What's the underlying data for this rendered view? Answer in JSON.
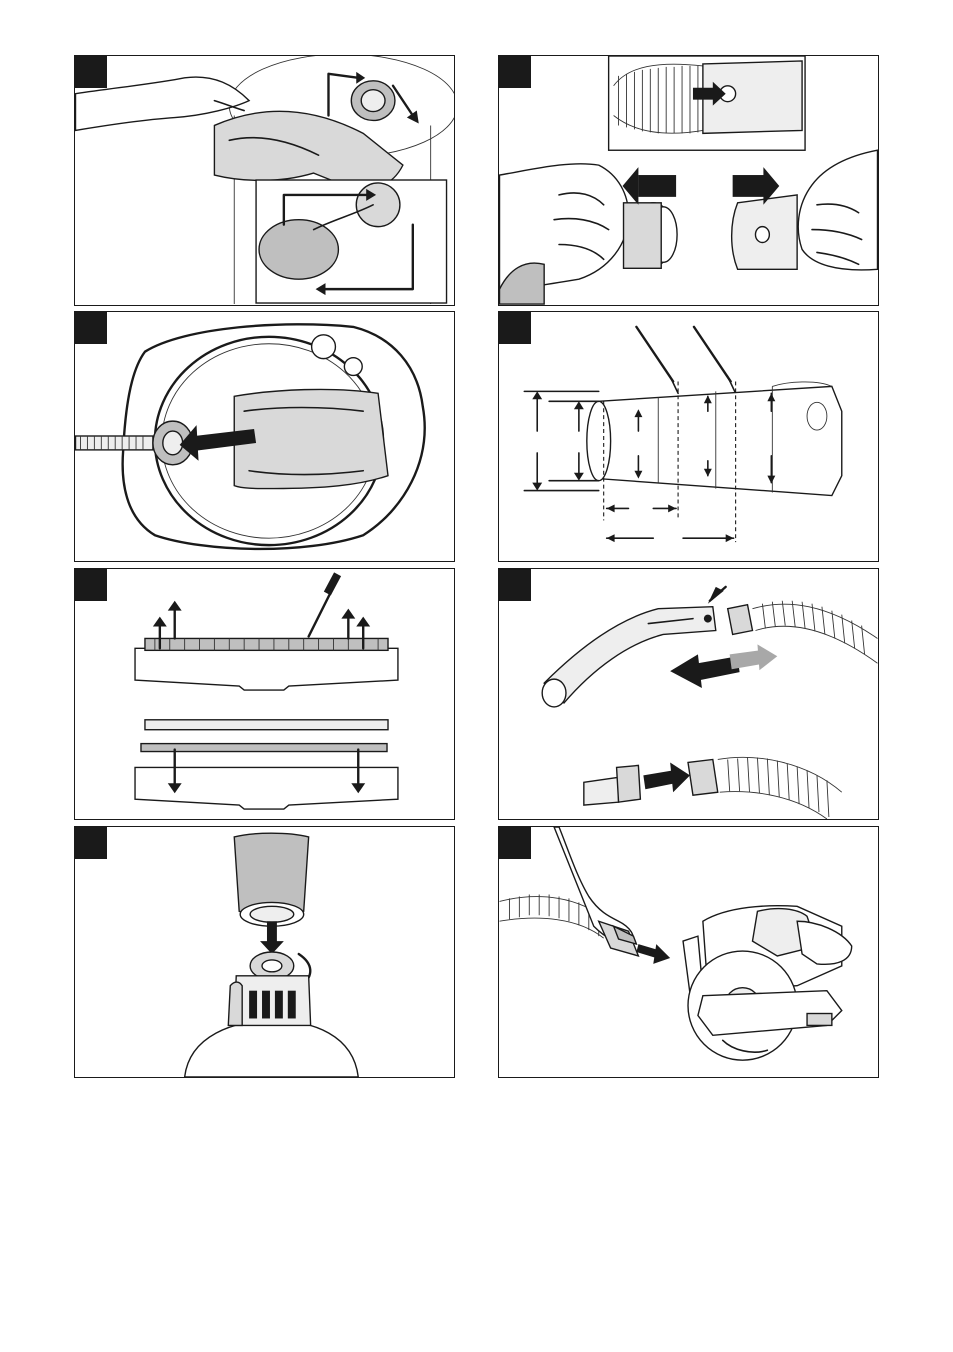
{
  "document": {
    "page_label": "",
    "panel_count": 8
  },
  "panels": [
    {
      "id": "p1",
      "name": "panel-remove-filter-bag",
      "depicts": "hand-removing-filter-bag"
    },
    {
      "id": "p2",
      "name": "panel-hose-adapter-detach",
      "depicts": "hose-adapter-pull-apart"
    },
    {
      "id": "p3",
      "name": "panel-insert-filter-bag",
      "depicts": "bag-insertion-into-head"
    },
    {
      "id": "p4",
      "name": "panel-adapter-diameters",
      "depicts": "cut-adapter-to-diameter"
    },
    {
      "id": "p5",
      "name": "panel-floor-nozzle-strips",
      "depicts": "replace-nozzle-strips"
    },
    {
      "id": "p6",
      "name": "panel-suction-tube-connect",
      "depicts": "connect-tube-and-adapter"
    },
    {
      "id": "p7",
      "name": "panel-cartridge-filter",
      "depicts": "mount-cartridge-filter"
    },
    {
      "id": "p8",
      "name": "panel-power-tool-connect",
      "depicts": "hose-to-circular-saw"
    }
  ],
  "colors": {
    "ink": "#1a1a1a",
    "light_grey": "#d9d9d9",
    "mid_grey": "#bfbfbf",
    "arrow_grey": "#a8a8a8"
  }
}
